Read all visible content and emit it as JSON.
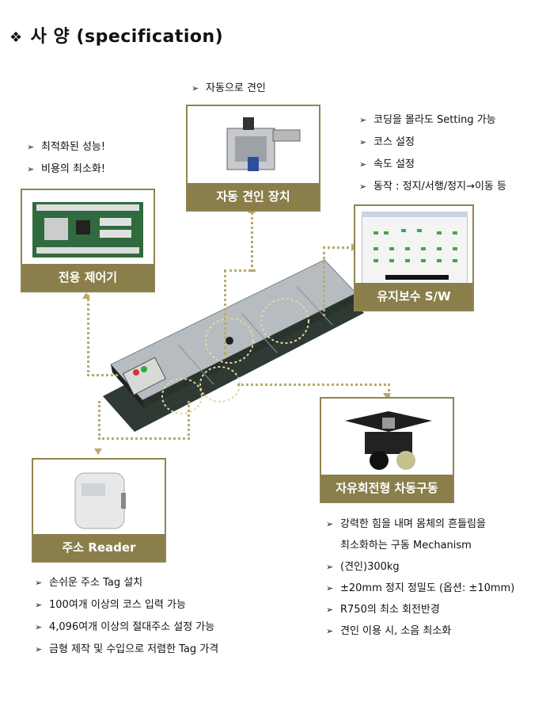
{
  "title": "사 양 (specification)",
  "title_bullet": "❖",
  "arrow_glyph": "➢",
  "cards": {
    "controller": "전용 제어기",
    "towing": "자동 견인 장치",
    "software": "유지보수 S/W",
    "reader": "주소 Reader",
    "drive": "자유회전형 차동구동"
  },
  "notes": {
    "towing": [
      "자동으로 견인"
    ],
    "controller": [
      "최적화된 성능!",
      "비용의 최소화!"
    ],
    "software": [
      "코딩을 몰라도 Setting 가능",
      "코스 설정",
      "속도 설정",
      "동작 : 정지/서행/정지→이동 등"
    ],
    "reader": [
      "손쉬운 주소 Tag 설치",
      "100여개 이상의 코스 입력 가능",
      "4,096여개 이상의 절대주소 설정 가능",
      "금형 제작 및 수입으로 저렴한 Tag 가격"
    ],
    "drive": [
      "강력한 힘을 내며 몸체의 흔들림을",
      "최소화하는 구동 Mechanism",
      "(견인)300kg",
      "±20mm 정지 정밀도 (옵션: ±10mm)",
      "R750의 최소 회전반경",
      "견인 이용 시, 소음 최소화"
    ]
  },
  "colors": {
    "label_bg": "#8a7e4a",
    "frame": "#8f8452",
    "connector": "#b8ab6c"
  }
}
